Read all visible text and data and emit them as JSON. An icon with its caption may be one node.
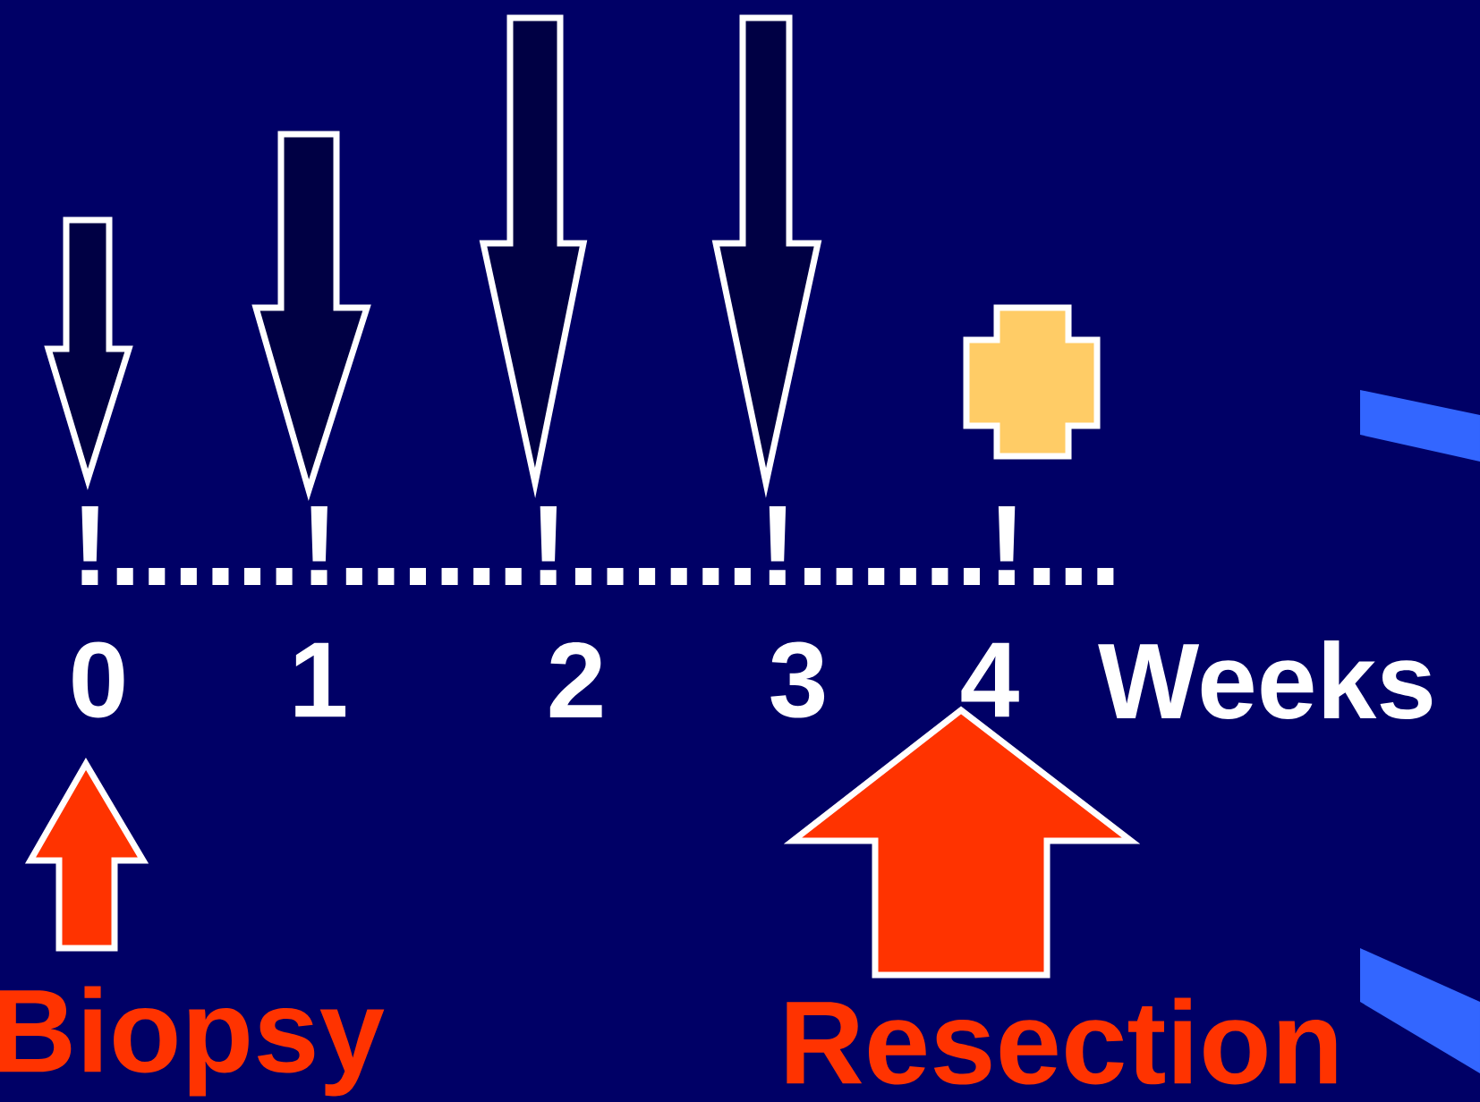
{
  "diagram": {
    "nodes": [
      {
        "text": [],
        "shape": "cross"
      }
    ],
    "labels": [
      "!......!......!......!......!...",
      "0",
      "1",
      "2",
      "3",
      "4",
      "Weeks",
      "Biopsy",
      "Resection"
    ]
  }
}
